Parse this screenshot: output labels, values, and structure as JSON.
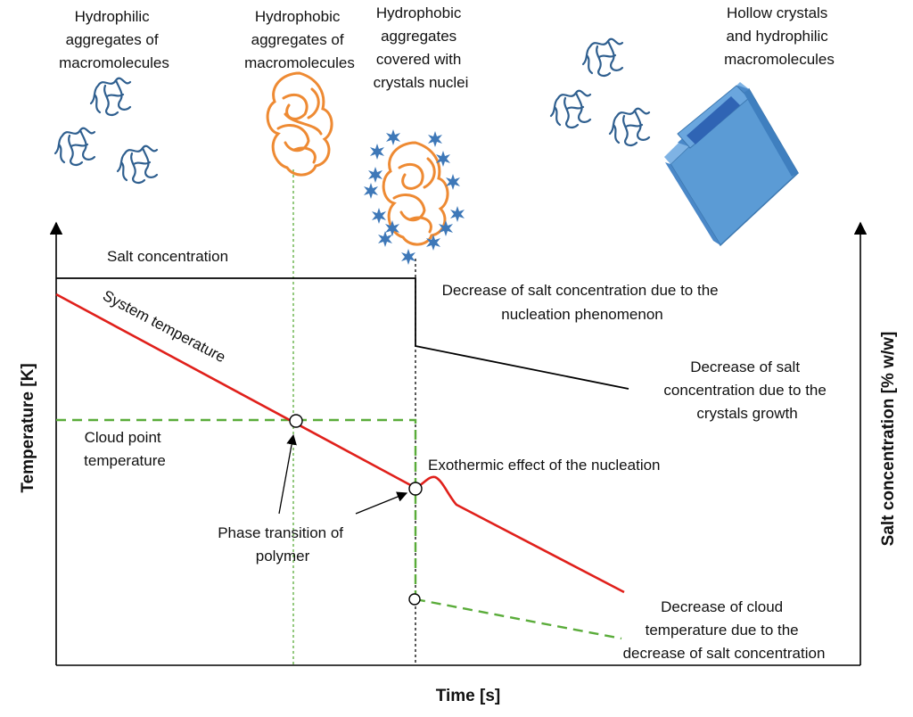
{
  "top_labels": {
    "hydrophilic": [
      "Hydrophilic",
      "aggregates of",
      "macromolecules"
    ],
    "hydrophobic": [
      "Hydrophobic",
      "aggregates of",
      "macromolecules"
    ],
    "covered": [
      "Hydrophobic",
      "aggregates",
      "covered with",
      "crystals nuclei"
    ],
    "hollow": [
      "Hollow crystals",
      "and hydrophilic",
      "macromolecules"
    ]
  },
  "curve_labels": {
    "salt_concentration": "Salt concentration",
    "system_temperature": "System temperature",
    "nucleation_decrease": [
      "Decrease of salt concentration due to the",
      "nucleation phenomenon"
    ],
    "growth_decrease": [
      "Decrease of salt",
      "concentration due to the",
      "crystals growth"
    ],
    "cloud_point": [
      "Cloud point",
      "temperature"
    ],
    "exothermic": "Exothermic effect of the nucleation",
    "phase_transition": [
      "Phase transition of",
      "polymer"
    ],
    "cloud_decrease": [
      "Decrease of cloud",
      "temperature due to the",
      "decrease of salt concentration"
    ]
  },
  "axes": {
    "x_label": "Time [s]",
    "y_left_label": "Temperature [K]",
    "y_right_label": "Salt concentration [% w/w]"
  },
  "colors": {
    "temperature_line": "#e0201b",
    "cloud_point_line": "#5aac3a",
    "salt_line": "#000000",
    "polymer_orange": "#ee8a33",
    "hydrophilic_blue": "#2f5f8f",
    "nuclei_blue": "#3e78b8",
    "crystal_blue": "#5b9bd5"
  },
  "icons": [
    "hydrophilic-coil-icon",
    "hydrophobic-coil-icon",
    "nuclei-star-icon",
    "hollow-crystal-icon"
  ]
}
